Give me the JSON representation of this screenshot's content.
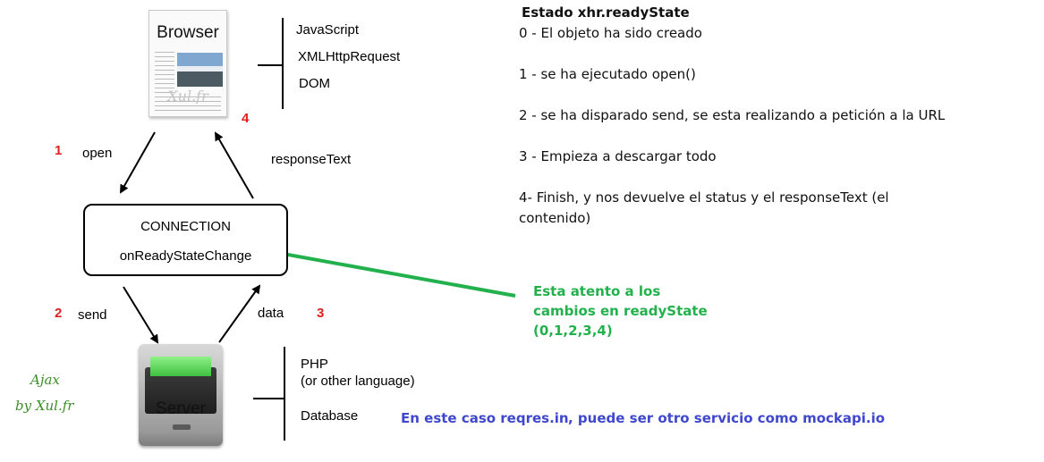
{
  "browser": {
    "label": "Browser",
    "watermark": "Xul.fr"
  },
  "browser_tech": [
    "JavaScript",
    "XMLHttpRequest",
    "DOM"
  ],
  "step_labels": {
    "s1": "1",
    "s2": "2",
    "s3": "3",
    "s4": "4"
  },
  "arrows": {
    "open": "open",
    "response": "responseText",
    "send": "send",
    "data": "data"
  },
  "connection": {
    "title": "CONNECTION",
    "handler": "onReadyStateChange"
  },
  "server": {
    "label": "Server"
  },
  "server_tech": {
    "line1": "PHP",
    "line2": "(or other language)",
    "line3": "Database"
  },
  "signature": {
    "line1": "Ajax",
    "line2": "by Xul.fr"
  },
  "ready_state": {
    "title": "Estado xhr.readyState",
    "items": [
      "0 - El objeto ha sido creado",
      "1  - se ha ejecutado open()",
      "2 - se ha disparado send, se esta realizando a petición a la URL",
      "3 - Empieza a descargar todo",
      "4- Finish, y nos devuelve el status y el responseText (el",
      "contenido)"
    ]
  },
  "note": {
    "line1": "Esta atento a los",
    "line2": "cambios en readyState",
    "line3": "(0,1,2,3,4)"
  },
  "footer": {
    "part1": "En este caso reqres.in",
    "part2": ", puede ser otro servicio como mockapi.io"
  },
  "colors": {
    "step_red": "#e02020",
    "note_green": "#22b14c",
    "footer_blue": "#3f48cc",
    "signature_green": "#3d8f2a"
  }
}
